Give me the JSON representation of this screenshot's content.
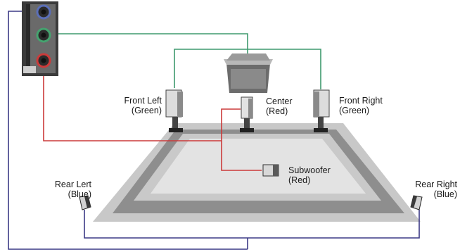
{
  "diagram": {
    "colors": {
      "front": "#3f9a6e",
      "center_sub": "#cc3a3a",
      "rear": "#3c3a86",
      "floor_outer": "#c8c8c8",
      "floor_mid": "#8f8f8f",
      "floor_inner": "#e2e2e2"
    },
    "speakers": {
      "front_left": {
        "name": "Front Left",
        "jack": "(Green)"
      },
      "center": {
        "name": "Center",
        "jack": "(Red)"
      },
      "front_right": {
        "name": "Front Right",
        "jack": "(Green)"
      },
      "subwoofer": {
        "name": "Subwoofer",
        "jack": "(Red)"
      },
      "rear_left": {
        "name": "Rear Lert",
        "jack": "(Blue)"
      },
      "rear_right": {
        "name": "Rear Right",
        "jack": "(Blue)"
      }
    }
  }
}
